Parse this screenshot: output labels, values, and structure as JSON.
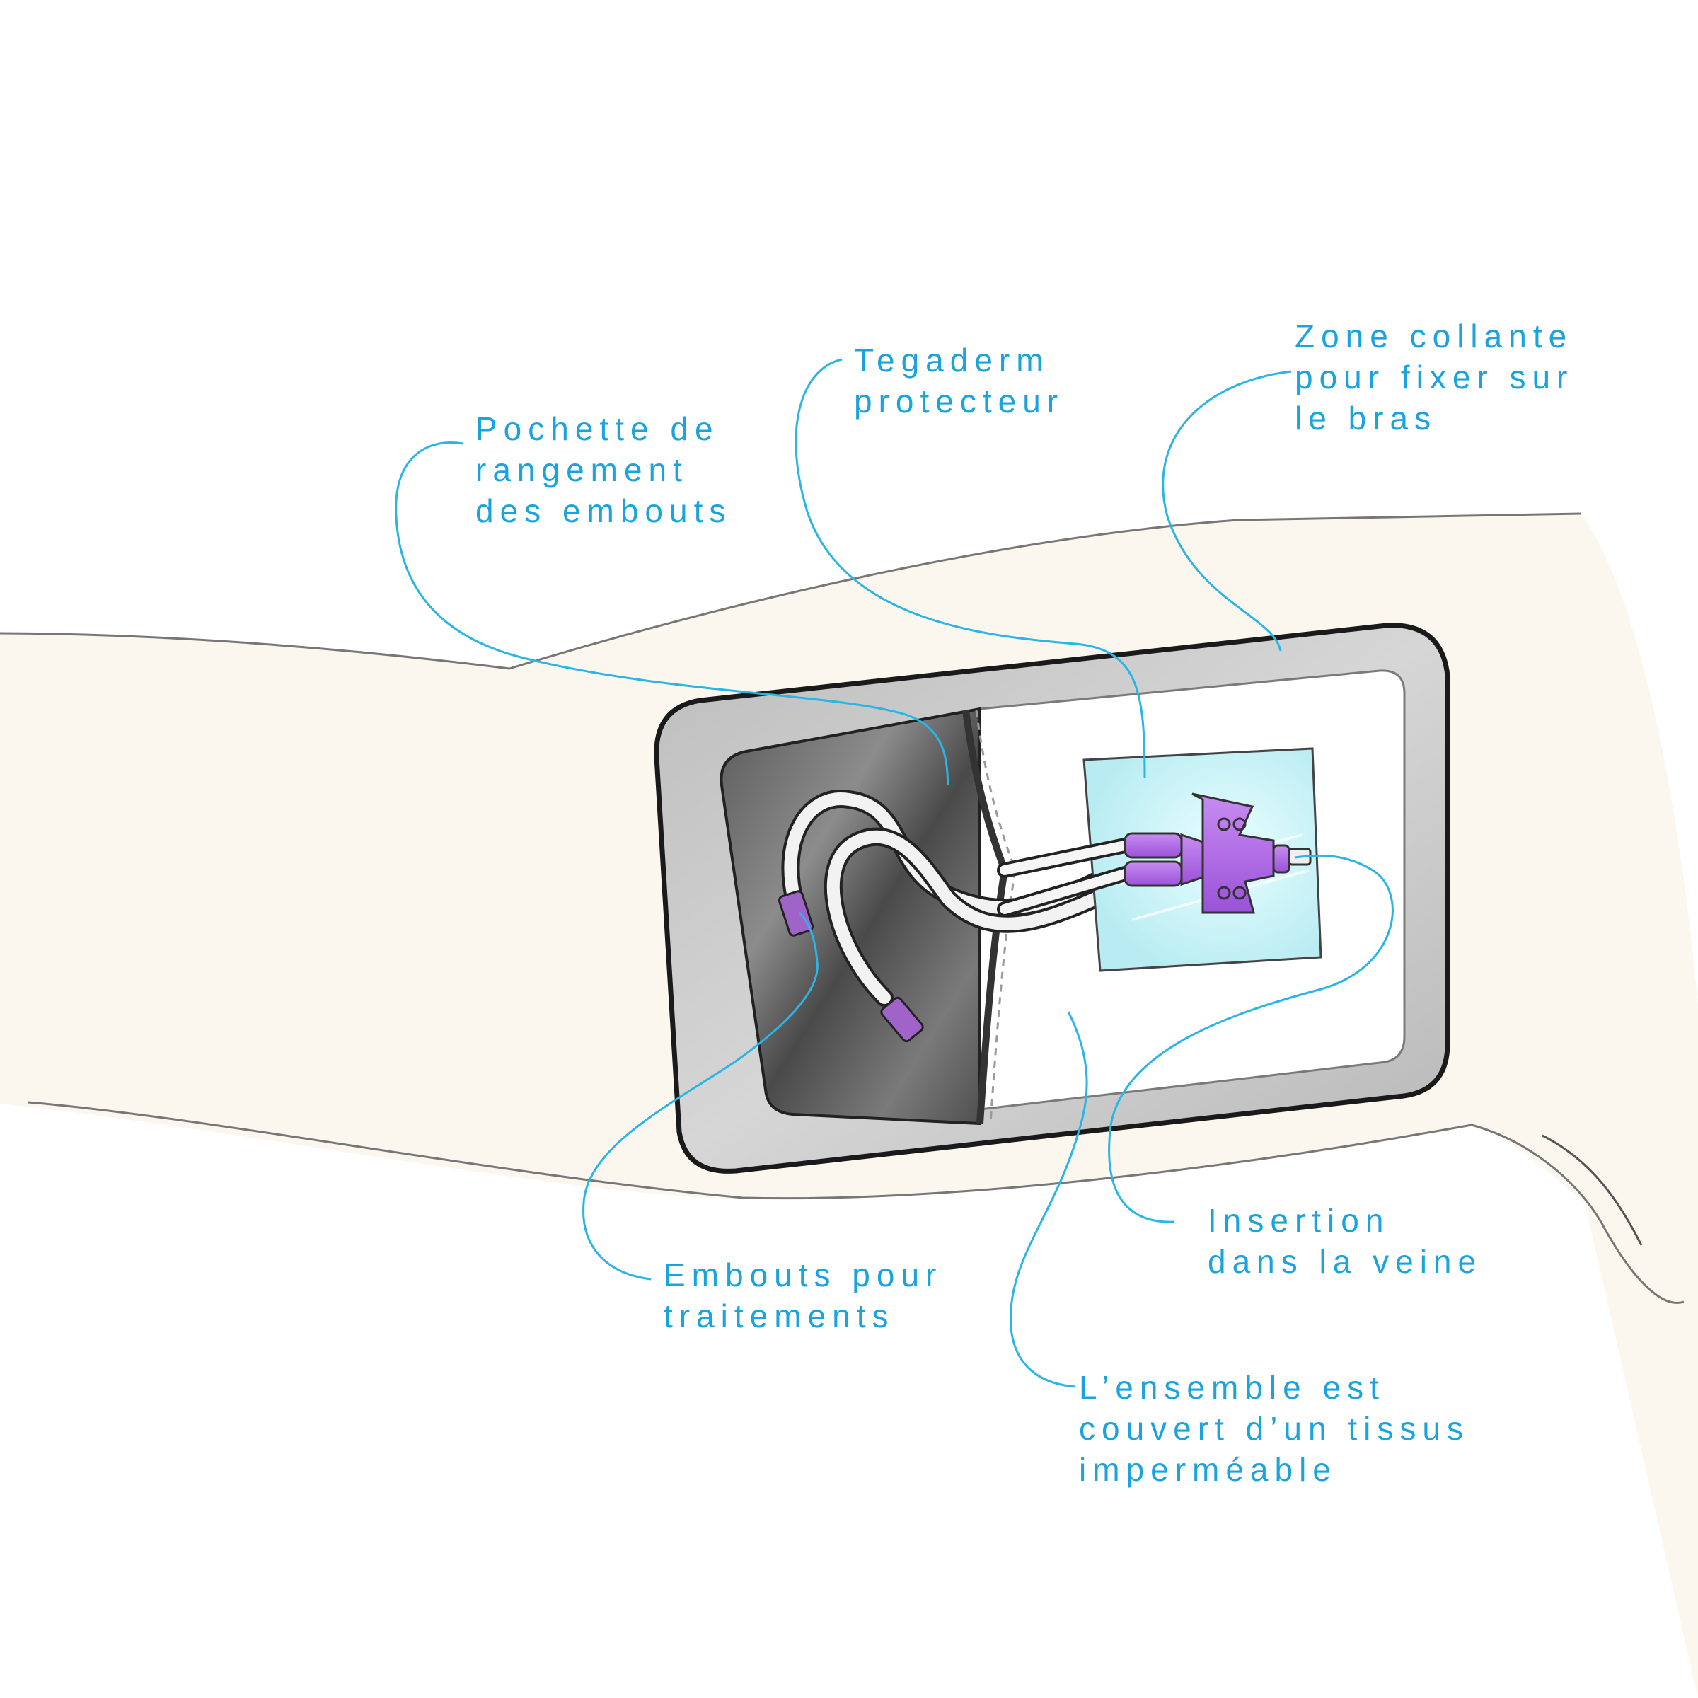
{
  "colors": {
    "callout": "#2bb4e6",
    "label_text": "#1aa3dd",
    "skin": "#fbf7ef",
    "frame": "#c9c9c9",
    "frame_outline": "#1a1a1a",
    "pocket": "#707070",
    "dressing": "#c7f2f5",
    "catheter": "#b06be6"
  },
  "labels": {
    "pochette": [
      "Pochette de",
      "rangement",
      "des embouts"
    ],
    "tegaderm": [
      "Tegaderm",
      "protecteur"
    ],
    "zone": [
      "Zone collante",
      "pour fixer sur",
      "le bras"
    ],
    "insertion": [
      "Insertion",
      "dans la veine"
    ],
    "embouts": [
      "Embouts pour",
      "traitements"
    ],
    "ensemble": [
      "L’ensemble est",
      "couvert d’un tissus",
      "imperméable"
    ]
  }
}
